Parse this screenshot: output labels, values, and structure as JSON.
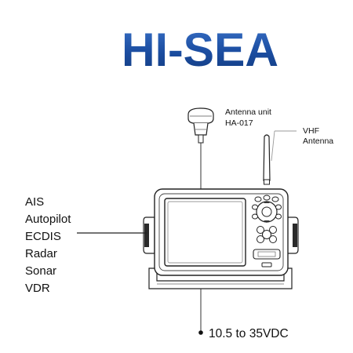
{
  "brand": {
    "logo_text": "HI-SEA",
    "color": "#1b4da0"
  },
  "antenna_unit": {
    "title": "Antenna unit",
    "model": "HA-017"
  },
  "vhf_antenna": {
    "line1": "VHF",
    "line2": "Antenna"
  },
  "connected_devices": [
    "AIS",
    "Autopilot",
    "ECDIS",
    "Radar",
    "Sonar",
    "VDR"
  ],
  "power_supply": "10.5 to 35VDC"
}
